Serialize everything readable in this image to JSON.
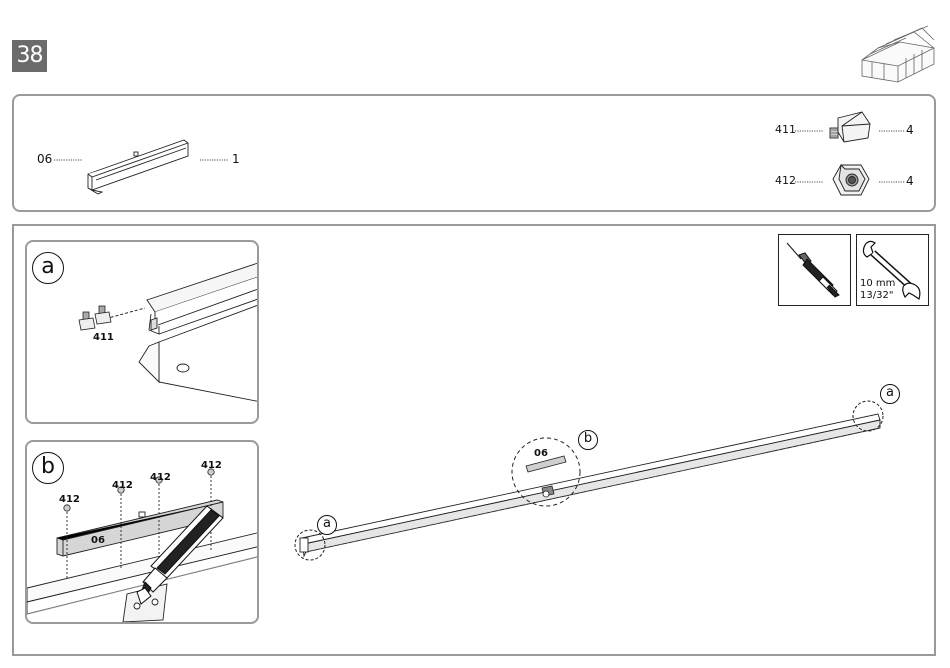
{
  "step": {
    "number": "38"
  },
  "parts": [
    {
      "code": "06",
      "qty": "1"
    },
    {
      "code": "411",
      "qty": "4"
    },
    {
      "code": "412",
      "qty": "4"
    }
  ],
  "tools": {
    "wrench_metric": "10 mm",
    "wrench_imperial": "13/32\""
  },
  "details": {
    "a": {
      "label": "a",
      "part": "411"
    },
    "b": {
      "label": "b",
      "part_main": "06",
      "nut_labels": [
        "412",
        "412",
        "412",
        "412"
      ]
    }
  },
  "overview": {
    "callout_a": "a",
    "callout_b": "b",
    "part_label": "06"
  },
  "icons": [
    "greenhouse-icon",
    "sealant-tube-icon",
    "wrench-icon",
    "bolt-icon",
    "nut-icon"
  ]
}
